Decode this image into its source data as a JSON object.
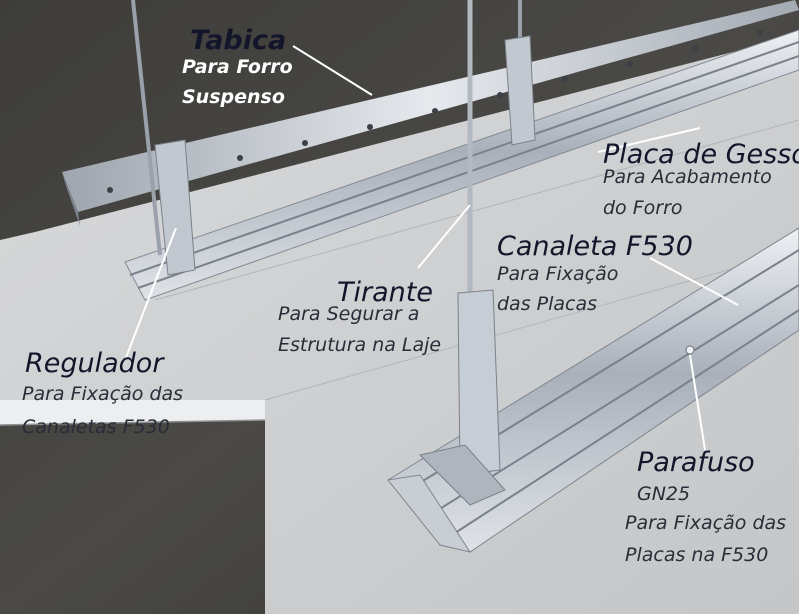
{
  "labels": {
    "tabica": {
      "title": "Tabica",
      "line1": "Para Forro",
      "line2": "Suspenso"
    },
    "placa": {
      "title": "Placa de Gesso",
      "line1": "Para Acabamento",
      "line2": "do Forro"
    },
    "canaleta": {
      "title": "Canaleta F530",
      "line1": "Para Fixação",
      "line2": "das Placas"
    },
    "tirante": {
      "title": "Tirante",
      "line1": "Para Segurar a",
      "line2": "Estrutura na Laje"
    },
    "regulador": {
      "title": "Regulador",
      "line1": "Para Fixação das",
      "line2": "Canaletas F530"
    },
    "parafuso": {
      "title": "Parafuso",
      "code": "GN25",
      "line1": "Para Fixação das",
      "line2": "Placas na F530"
    }
  }
}
